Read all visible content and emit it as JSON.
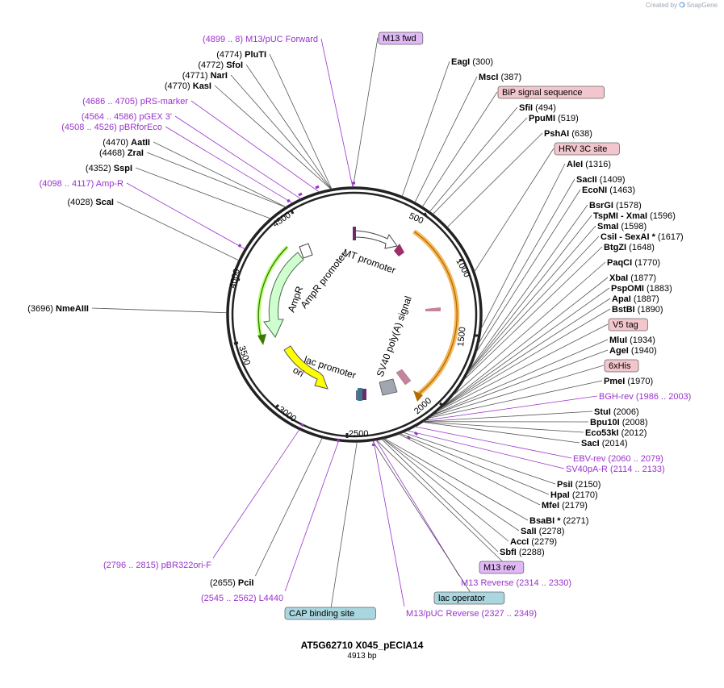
{
  "watermark": {
    "prefix": "Created by",
    "brand": "SnapGene"
  },
  "plasmid": {
    "name": "AT5G62710 X045_pECIA14",
    "length_label": "4913 bp",
    "length_bp": 4913
  },
  "colors": {
    "primer": "#9a32cd",
    "enzyme": "#000000",
    "feature_box_pink": "#f2c6cc",
    "feature_box_purple": "#dfb8f5",
    "feature_box_blue": "#a9d6df",
    "ori": "#ffff00",
    "ampR": "#cfffcf",
    "bip_sv40_region": "#f5b75a"
  },
  "left_labels": [
    {
      "text": "(4899 .. 8)  M13/pUC Forward",
      "kind": "primer",
      "bp": 4903
    },
    {
      "text": "(4774)",
      "name": "PluTI",
      "kind": "enzyme",
      "bp": 4774
    },
    {
      "text": "(4772)",
      "name": "SfoI",
      "kind": "enzyme",
      "bp": 4772
    },
    {
      "text": "(4771)",
      "name": "NarI",
      "kind": "enzyme",
      "bp": 4771
    },
    {
      "text": "(4770)",
      "name": "KasI",
      "kind": "enzyme",
      "bp": 4770
    },
    {
      "text": "(4686 .. 4705)  pRS-marker",
      "kind": "primer",
      "bp": 4695
    },
    {
      "text": "(4564 .. 4586)  pGEX 3'",
      "kind": "primer",
      "bp": 4575
    },
    {
      "text": "(4508 .. 4526)  pBRforEco",
      "kind": "primer",
      "bp": 4517
    },
    {
      "text": "(4470)",
      "name": "AatII",
      "kind": "enzyme",
      "bp": 4470
    },
    {
      "text": "(4468)",
      "name": "ZraI",
      "kind": "enzyme",
      "bp": 4468
    },
    {
      "text": "(4352)",
      "name": "SspI",
      "kind": "enzyme",
      "bp": 4352
    },
    {
      "text": "(4098 .. 4117)  Amp-R",
      "kind": "primer",
      "bp": 4107
    },
    {
      "text": "(4028)",
      "name": "ScaI",
      "kind": "enzyme",
      "bp": 4028
    },
    {
      "text": "(3696)",
      "name": "NmeAIII",
      "kind": "enzyme",
      "bp": 3696
    }
  ],
  "right_labels": [
    {
      "name": "M13 fwd",
      "box": "purple",
      "bp": 4905
    },
    {
      "name": "EagI",
      "text": "(300)",
      "kind": "enzyme",
      "bp": 300
    },
    {
      "name": "MscI",
      "text": "(387)",
      "kind": "enzyme",
      "bp": 387
    },
    {
      "name": "BiP signal sequence",
      "box": "pink",
      "bp": 440
    },
    {
      "name": "SfiI",
      "text": "(494)",
      "kind": "enzyme",
      "bp": 494
    },
    {
      "name": "PpuMI",
      "text": "(519)",
      "kind": "enzyme",
      "bp": 519
    },
    {
      "name": "PshAI",
      "text": "(638)",
      "kind": "enzyme",
      "bp": 638
    },
    {
      "name": "HRV 3C site",
      "box": "pink",
      "bp": 960
    },
    {
      "name": "AleI",
      "text": "(1316)",
      "kind": "enzyme",
      "bp": 1316
    },
    {
      "name": "SacII",
      "text": "(1409)",
      "kind": "enzyme",
      "bp": 1409
    },
    {
      "name": "EcoNI",
      "text": "(1463)",
      "kind": "enzyme",
      "bp": 1463
    },
    {
      "name": "BsrGI",
      "text": "(1578)",
      "kind": "enzyme",
      "bp": 1578
    },
    {
      "name": "TspMI  - XmaI",
      "text": "(1596)",
      "kind": "enzyme",
      "bp": 1596
    },
    {
      "name": "SmaI",
      "text": "(1598)",
      "kind": "enzyme",
      "bp": 1598
    },
    {
      "name": "CsiI  - SexAI *",
      "text": "(1617)",
      "kind": "enzyme",
      "bp": 1617
    },
    {
      "name": "BtgZI",
      "text": "(1648)",
      "kind": "enzyme",
      "bp": 1648
    },
    {
      "name": "PaqCI",
      "text": "(1770)",
      "kind": "enzyme",
      "bp": 1770
    },
    {
      "name": "XbaI",
      "text": "(1877)",
      "kind": "enzyme",
      "bp": 1877
    },
    {
      "name": "PspOMI",
      "text": "(1883)",
      "kind": "enzyme",
      "bp": 1883
    },
    {
      "name": "ApaI",
      "text": "(1887)",
      "kind": "enzyme",
      "bp": 1887
    },
    {
      "name": "BstBI",
      "text": "(1890)",
      "kind": "enzyme",
      "bp": 1890
    },
    {
      "name": "V5 tag",
      "box": "pink",
      "bp": 1905
    },
    {
      "name": "MluI",
      "text": "(1934)",
      "kind": "enzyme",
      "bp": 1934
    },
    {
      "name": "AgeI",
      "text": "(1940)",
      "kind": "enzyme",
      "bp": 1940
    },
    {
      "name": "6xHis",
      "box": "pink",
      "bp": 1955
    },
    {
      "name": "PmeI",
      "text": "(1970)",
      "kind": "enzyme",
      "bp": 1970
    },
    {
      "name": "BGH-rev",
      "text": "(1986 .. 2003)",
      "kind": "primer",
      "bp": 1994
    },
    {
      "name": "StuI",
      "text": "(2006)",
      "kind": "enzyme",
      "bp": 2006
    },
    {
      "name": "Bpu10I",
      "text": "(2008)",
      "kind": "enzyme",
      "bp": 2008
    },
    {
      "name": "Eco53kI",
      "text": "(2012)",
      "kind": "enzyme",
      "bp": 2012
    },
    {
      "name": "SacI",
      "text": "(2014)",
      "kind": "enzyme",
      "bp": 2014
    },
    {
      "name": "EBV-rev",
      "text": "(2060 .. 2079)",
      "kind": "primer",
      "bp": 2069
    },
    {
      "name": "SV40pA-R",
      "text": "(2114 .. 2133)",
      "kind": "primer",
      "bp": 2123
    },
    {
      "name": "PsiI",
      "text": "(2150)",
      "kind": "enzyme",
      "bp": 2150
    },
    {
      "name": "HpaI",
      "text": "(2170)",
      "kind": "enzyme",
      "bp": 2170
    },
    {
      "name": "MfeI",
      "text": "(2179)",
      "kind": "enzyme",
      "bp": 2179
    },
    {
      "name": "BsaBI *",
      "text": "(2271)",
      "kind": "enzyme",
      "bp": 2271
    },
    {
      "name": "SalI",
      "text": "(2278)",
      "kind": "enzyme",
      "bp": 2278
    },
    {
      "name": "AccI",
      "text": "(2279)",
      "kind": "enzyme",
      "bp": 2279
    },
    {
      "name": "SbfI",
      "text": "(2288)",
      "kind": "enzyme",
      "bp": 2288
    }
  ],
  "bottom_labels": [
    {
      "name": "M13 rev",
      "box": "purple",
      "bp": 2320
    },
    {
      "name": "M13 Reverse",
      "text": "(2314 .. 2330)",
      "kind": "primer",
      "bp": 2322
    },
    {
      "name": "lac operator",
      "box": "blue",
      "bp": 2345
    },
    {
      "name": "M13/pUC Reverse",
      "text": "(2327 .. 2349)",
      "kind": "primer",
      "bp": 2338
    },
    {
      "name": "CAP binding site",
      "box": "blue",
      "bp": 2440
    },
    {
      "name": "L4440",
      "text": "(2545 .. 2562)",
      "kind": "primer",
      "bp": 2553
    },
    {
      "name": "PciI",
      "text": "(2655)",
      "kind": "enzyme",
      "bp": 2655
    },
    {
      "name": "pBR322ori-F",
      "text": "(2796 .. 2815)",
      "kind": "primer",
      "bp": 2805
    }
  ],
  "inner_features": [
    {
      "name": "MT promoter"
    },
    {
      "name": "SV40 poly(A) signal"
    },
    {
      "name": "lac promoter"
    },
    {
      "name": "ori"
    },
    {
      "name": "AmpR"
    },
    {
      "name": "AmpR promoter"
    }
  ],
  "ticks": [
    "500",
    "1000",
    "1500",
    "2000",
    "2500",
    "3000",
    "3500",
    "4000",
    "4500"
  ]
}
